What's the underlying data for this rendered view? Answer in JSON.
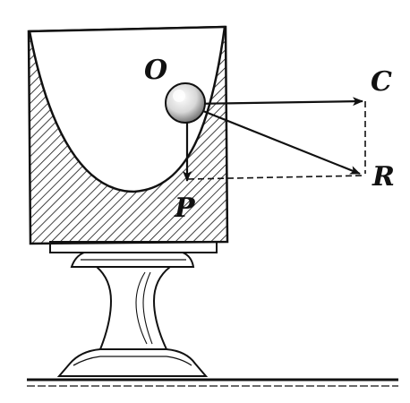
{
  "figure": {
    "labels": {
      "center": "O",
      "centrifugal": "C",
      "resultant": "R",
      "weight": "P"
    },
    "colors": {
      "ink": "#111111",
      "paper": "#ffffff",
      "ball_highlight": "#e6e6e6"
    },
    "vectors": [
      {
        "from": "ball",
        "to": "C",
        "style": "solid",
        "arrow": true
      },
      {
        "from": "ball",
        "to": "R",
        "style": "solid",
        "arrow": true
      },
      {
        "from": "ball",
        "to": "P",
        "style": "solid",
        "arrow": true
      },
      {
        "from": "C",
        "to": "R",
        "style": "dashed",
        "arrow": false
      },
      {
        "from": "P",
        "to": "R",
        "style": "dashed",
        "arrow": false
      }
    ]
  }
}
